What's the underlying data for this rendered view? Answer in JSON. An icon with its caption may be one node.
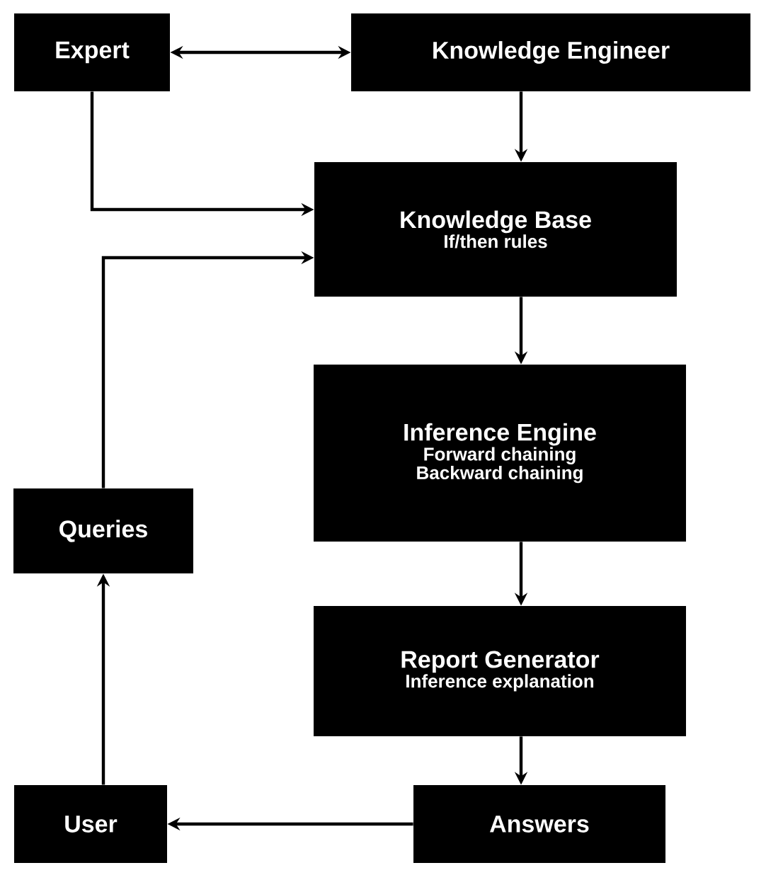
{
  "diagram": {
    "nodes": [
      {
        "text": [
          "Expert"
        ]
      },
      {
        "text": [
          "Knowledge Engineer"
        ]
      },
      {
        "text": [
          "Knowledge Base",
          "If/then rules"
        ]
      },
      {
        "text": [
          "Queries"
        ]
      },
      {
        "text": [
          "Inference Engine",
          "Forward chaining",
          "Backward chaining"
        ]
      },
      {
        "text": [
          "Report Generator",
          "Inference explanation"
        ]
      },
      {
        "text": [
          "User"
        ]
      },
      {
        "text": [
          "Answers"
        ]
      }
    ],
    "edges": [
      {
        "from": 0,
        "to": 1,
        "arrow": "both"
      },
      {
        "from": 1,
        "to": 2,
        "arrow": "to"
      },
      {
        "from": 0,
        "to": 2,
        "arrow": "to"
      },
      {
        "from": 3,
        "to": 2,
        "arrow": "to"
      },
      {
        "from": 2,
        "to": 4,
        "arrow": "to"
      },
      {
        "from": 4,
        "to": 5,
        "arrow": "to"
      },
      {
        "from": 5,
        "to": 7,
        "arrow": "to"
      },
      {
        "from": 7,
        "to": 6,
        "arrow": "to"
      },
      {
        "from": 6,
        "to": 3,
        "arrow": "to"
      }
    ]
  }
}
